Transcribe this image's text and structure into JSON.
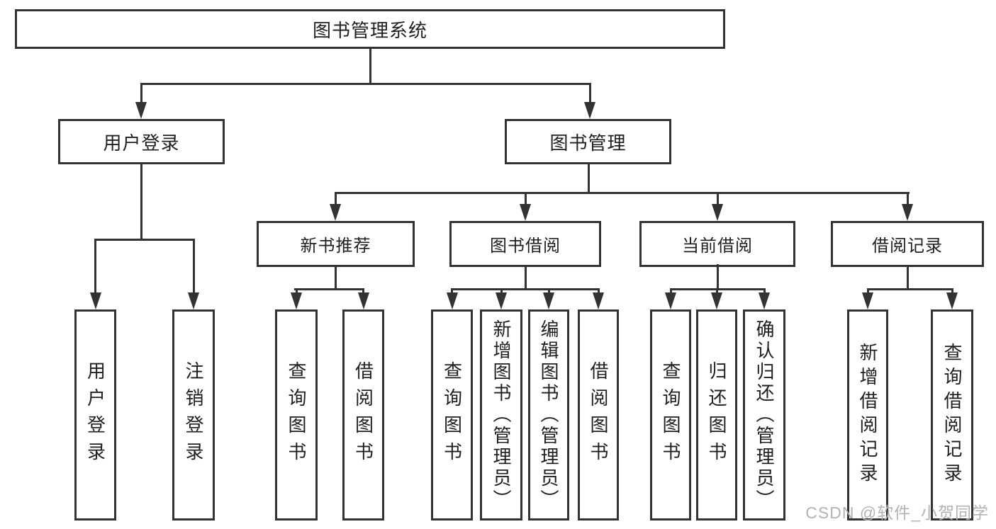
{
  "nodes": {
    "root": "图书管理系统",
    "user_login": "用户登录",
    "book_mgmt": "图书管理",
    "new_book": "新书推荐",
    "book_borrow": "图书借阅",
    "current_borrow": "当前借阅",
    "borrow_records": "借阅记录",
    "login_children": [
      "用户登录",
      "注销登录"
    ],
    "new_book_children": [
      "查询图书",
      "借阅图书"
    ],
    "book_borrow_children": [
      "查询图书",
      "新增图书（管理员）",
      "编辑图书（管理员）",
      "借阅图书"
    ],
    "current_borrow_children": [
      "查询图书",
      "归还图书",
      "确认归还（管理员）"
    ],
    "borrow_records_children": [
      "新增借阅记录",
      "查询借阅记录"
    ]
  },
  "watermark": "CSDN @软件_小贺同学",
  "colors": {
    "line": "#333333",
    "text": "#1f1f1f",
    "watermark": "#b3b3b3",
    "background": "#ffffff"
  }
}
